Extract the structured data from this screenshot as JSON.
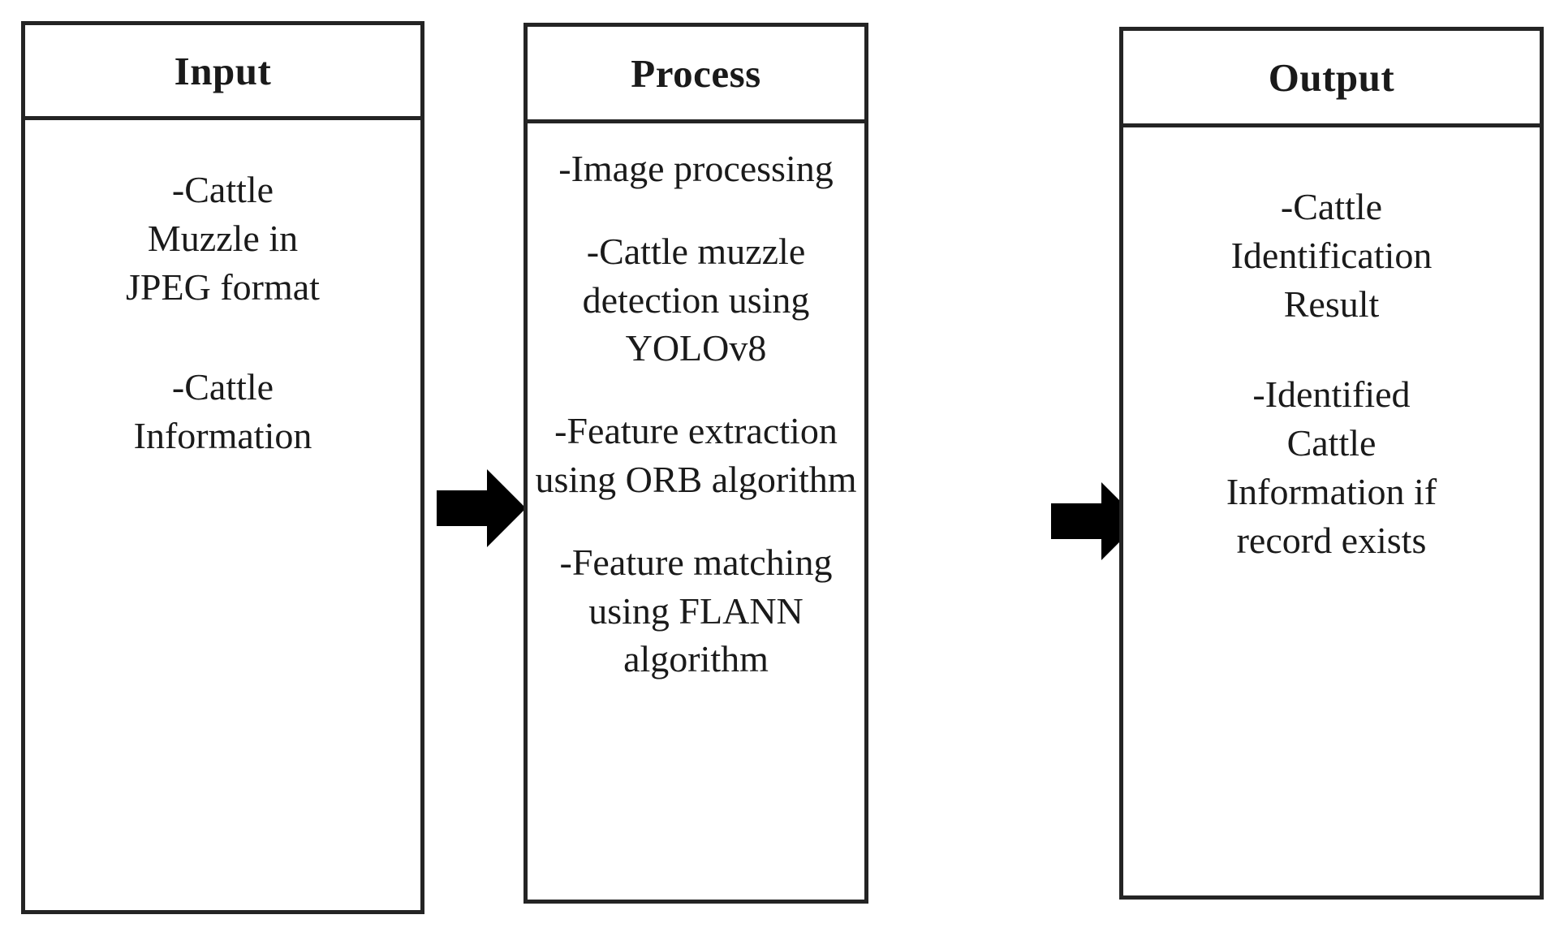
{
  "diagram": {
    "type": "IPO (Input-Process-Output) diagram",
    "stages": [
      {
        "id": "input",
        "header": "Input",
        "items": [
          "-Cattle\nMuzzle in\nJPEG format",
          "-Cattle\nInformation"
        ]
      },
      {
        "id": "process",
        "header": "Process",
        "items": [
          "-Image processing",
          "-Cattle muzzle\ndetection using\nYOLOv8",
          "-Feature extraction\nusing ORB algorithm",
          "-Feature matching\nusing FLANN\nalgorithm"
        ]
      },
      {
        "id": "output",
        "header": "Output",
        "items": [
          "-Cattle\nIdentification\nResult",
          "-Identified\nCattle\nInformation if\nrecord exists"
        ]
      }
    ],
    "connectors": [
      {
        "id": "arrow-input-to-process",
        "icon": "right-block-arrow-icon",
        "from": "input",
        "to": "process"
      },
      {
        "id": "arrow-process-to-output",
        "icon": "right-block-arrow-icon",
        "from": "process",
        "to": "output"
      }
    ],
    "colors": {
      "background": "#ffffff",
      "border": "#242424",
      "text": "#1a1a1a",
      "arrow": "#000000"
    }
  }
}
